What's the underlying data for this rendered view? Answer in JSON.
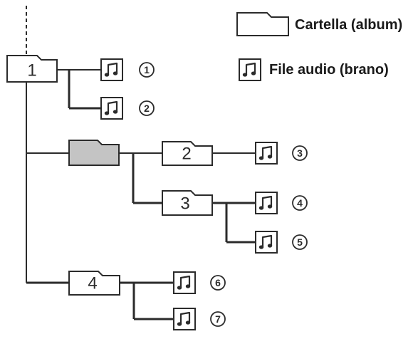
{
  "legend": {
    "folder_label": "Cartella (album)",
    "file_label": "File audio (brano)"
  },
  "folders": {
    "f1": "1",
    "f2": "2",
    "f3": "3",
    "f4": "4"
  },
  "tracks": [
    "1",
    "2",
    "3",
    "4",
    "5",
    "6",
    "7"
  ],
  "colors": {
    "line": "#2b2b2b",
    "gray_folder": "#c4c4c4"
  },
  "icons": [
    "folder-icon",
    "audio-file-icon"
  ]
}
